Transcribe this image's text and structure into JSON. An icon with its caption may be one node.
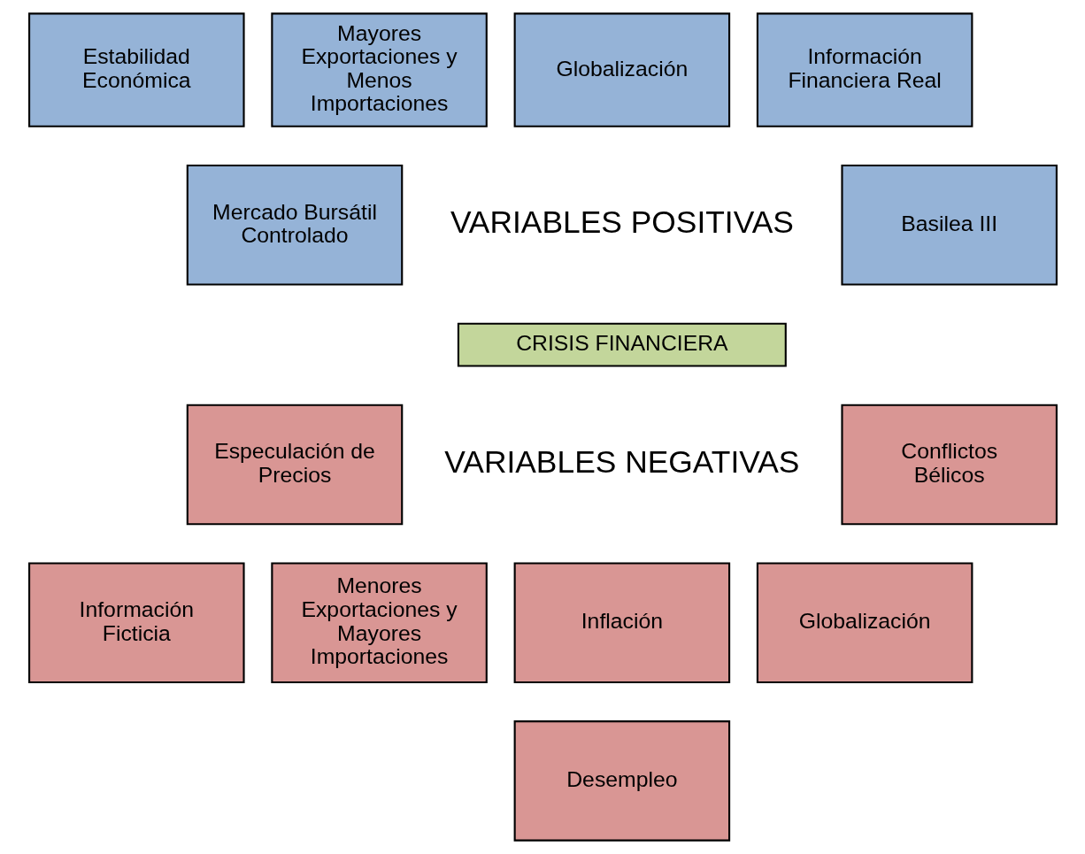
{
  "diagram": {
    "nodes": [
      {
        "text": [
          "Estabilidad Económica"
        ]
      },
      {
        "text": [
          "Mayores Exportaciones y Menos Importaciones"
        ]
      },
      {
        "text": [
          "Globalización"
        ]
      },
      {
        "text": [
          "Información Financiera Real"
        ]
      },
      {
        "text": [
          "Mercado Bursátil Controlado"
        ]
      },
      {
        "text": [
          "Basilea III"
        ]
      },
      {
        "text": [
          "CRISIS FINANCIERA"
        ]
      },
      {
        "text": [
          "Especulación de Precios"
        ]
      },
      {
        "text": [
          "Conflictos Bélicos"
        ]
      },
      {
        "text": [
          "Información Ficticia"
        ]
      },
      {
        "text": [
          "Menores Exportaciones y Mayores Importaciones"
        ]
      },
      {
        "text": [
          "Inflación"
        ]
      },
      {
        "text": [
          "Globalización"
        ]
      },
      {
        "text": [
          "Desempleo"
        ]
      }
    ],
    "labels": [
      "VARIABLES POSITIVAS",
      "VARIABLES NEGATIVAS"
    ]
  }
}
